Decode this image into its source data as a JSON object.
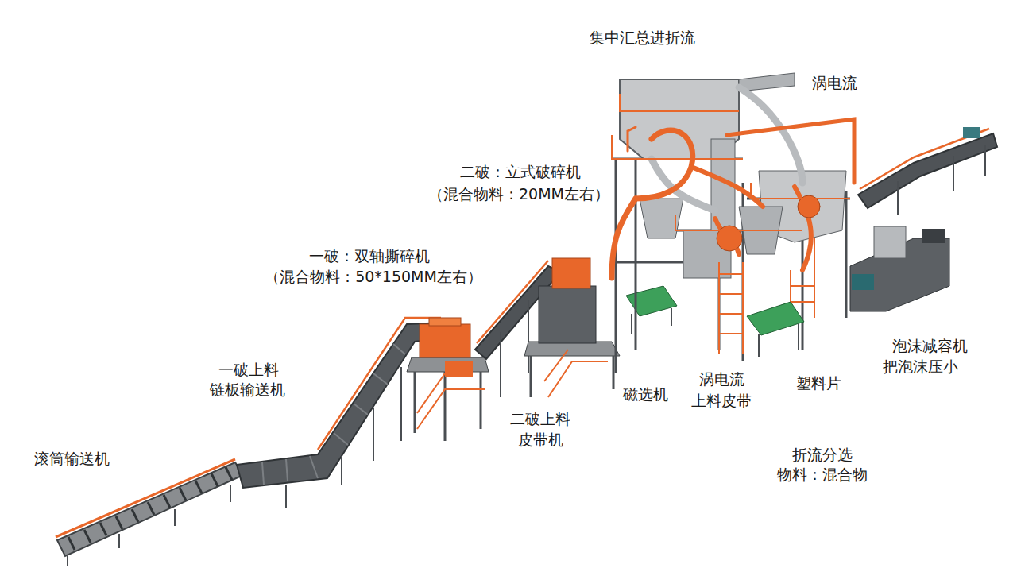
{
  "diagram": {
    "labels": [
      "集中汇总进折流",
      "涡电流",
      "二破：立式破碎机",
      "（混合物料：20MM左右）",
      "一破：双轴撕碎机",
      "（混合物料：50*150MM左右）",
      "一破上料",
      "链板输送机",
      "二破上料",
      "皮带机",
      "磁选机",
      "涡电流",
      "上料皮带",
      "塑料片",
      "泡沫减容机",
      "把泡沫压小",
      "滚筒输送机",
      "折流分选",
      "物料：混合物"
    ]
  }
}
